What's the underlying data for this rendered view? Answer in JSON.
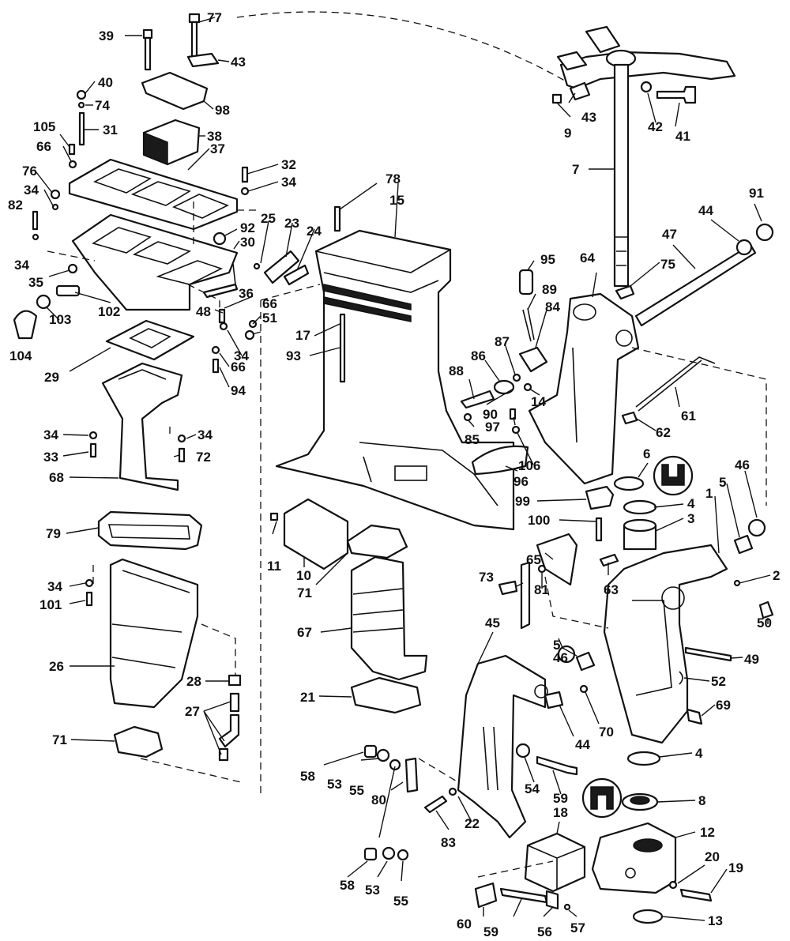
{
  "diagram": {
    "callouts": {
      "c1": "1",
      "c2": "2",
      "c3": "3",
      "c4a": "4",
      "c4b": "4",
      "c5a": "5",
      "c5b": "5",
      "c6": "6",
      "c7": "7",
      "c8": "8",
      "c9": "9",
      "c10": "10",
      "c11": "11",
      "c12": "12",
      "c13": "13",
      "c14": "14",
      "c15": "15",
      "c17": "17",
      "c18": "18",
      "c19": "19",
      "c20": "20",
      "c21": "21",
      "c22": "22",
      "c23": "23",
      "c24": "24",
      "c25": "25",
      "c26": "26",
      "c27": "27",
      "c28": "28",
      "c29": "29",
      "c30": "30",
      "c31": "31",
      "c32": "32",
      "c33": "33",
      "c34a": "34",
      "c34b": "34",
      "c34c": "34",
      "c34d": "34",
      "c34e": "34",
      "c34f": "34",
      "c34g": "34",
      "c35": "35",
      "c36": "36",
      "c37": "37",
      "c38": "38",
      "c39": "39",
      "c40": "40",
      "c41": "41",
      "c42": "42",
      "c43a": "43",
      "c43b": "43",
      "c44a": "44",
      "c44b": "44",
      "c45": "45",
      "c46a": "46",
      "c46b": "46",
      "c47": "47",
      "c48": "48",
      "c49": "49",
      "c50": "50",
      "c51": "51",
      "c52": "52",
      "c53a": "53",
      "c53b": "53",
      "c54": "54",
      "c55a": "55",
      "c55b": "55",
      "c56": "56",
      "c57": "57",
      "c58a": "58",
      "c58b": "58",
      "c59a": "59",
      "c59b": "59",
      "c60": "60",
      "c61": "61",
      "c62": "62",
      "c63": "63",
      "c64": "64",
      "c65": "65",
      "c66a": "66",
      "c66b": "66",
      "c66c": "66",
      "c67": "67",
      "c68": "68",
      "c69": "69",
      "c70": "70",
      "c71a": "71",
      "c71b": "71",
      "c72": "72",
      "c73": "73",
      "c74": "74",
      "c75": "75",
      "c76": "76",
      "c77": "77",
      "c78": "78",
      "c79": "79",
      "c80": "80",
      "c81": "81",
      "c82": "82",
      "c83": "83",
      "c84": "84",
      "c85": "85",
      "c86": "86",
      "c87": "87",
      "c88": "88",
      "c89": "89",
      "c90": "90",
      "c91": "91",
      "c92": "92",
      "c93": "93",
      "c94": "94",
      "c95": "95",
      "c96": "96",
      "c97": "97",
      "c98": "98",
      "c99": "99",
      "c100": "100",
      "c101": "101",
      "c102": "102",
      "c103": "103",
      "c104": "104",
      "c105": "105",
      "c106": "106"
    },
    "colors": {
      "ink": "#111111",
      "paper": "#ffffff"
    }
  }
}
